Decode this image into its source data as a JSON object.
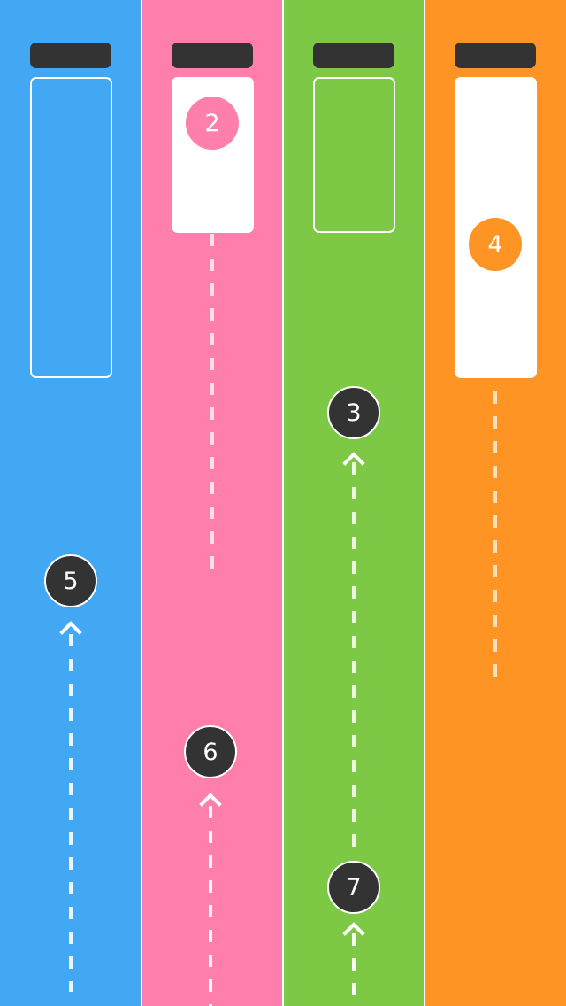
{
  "colors": {
    "blue": "#42a8f4",
    "pink": "#fe7eac",
    "green": "#7dc945",
    "orange": "#fe9423",
    "dark": "#333333",
    "white": "#ffffff"
  },
  "lanes": [
    {
      "id": "blue",
      "tube_fill_level": 0.0,
      "tube_filled": false
    },
    {
      "id": "pink",
      "tube_fill_level": 1.0,
      "tube_filled": true,
      "tube_ball": "2"
    },
    {
      "id": "green",
      "tube_fill_level": 0.0,
      "tube_filled": false
    },
    {
      "id": "orange",
      "tube_fill_level": 1.0,
      "tube_filled": true,
      "tube_ball": "4"
    }
  ],
  "falling_balls": [
    {
      "lane": "blue",
      "label": "5"
    },
    {
      "lane": "pink",
      "label": "6"
    },
    {
      "lane": "green",
      "label": "3"
    },
    {
      "lane": "green",
      "label": "7"
    }
  ]
}
